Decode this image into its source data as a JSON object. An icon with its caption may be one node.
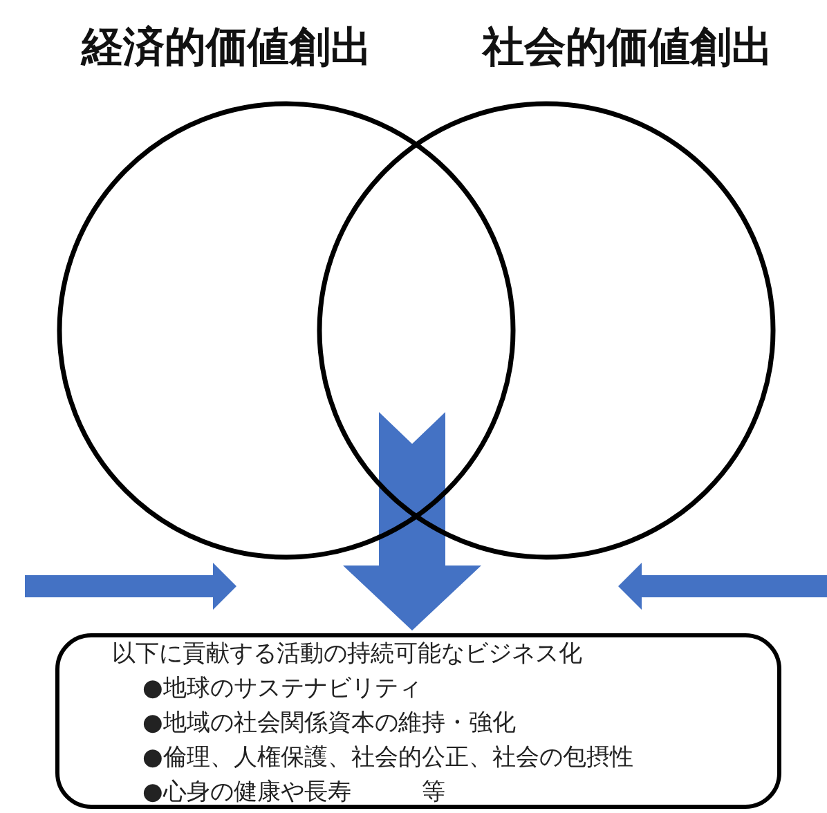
{
  "diagram": {
    "nodes": [
      {
        "text": [
          "経済的価値創出"
        ]
      },
      {
        "text": [
          "社会的価値創出"
        ]
      },
      {
        "text": [
          "以下に貢献する活動の持続可能なビジネス化",
          "●地球のサステナビリティ",
          "●地域の社会関係資本の維持・強化",
          "●倫理、人権保護、社会的公正、社会の包摂性",
          "●心身の健康や長寿　　　等"
        ]
      }
    ],
    "edges": [
      {
        "from": null,
        "to": 2,
        "arrow": "to",
        "style": "thick"
      },
      {
        "from": 0,
        "to": 2,
        "arrow": "to"
      },
      {
        "from": 1,
        "to": 2,
        "arrow": "to"
      }
    ]
  }
}
